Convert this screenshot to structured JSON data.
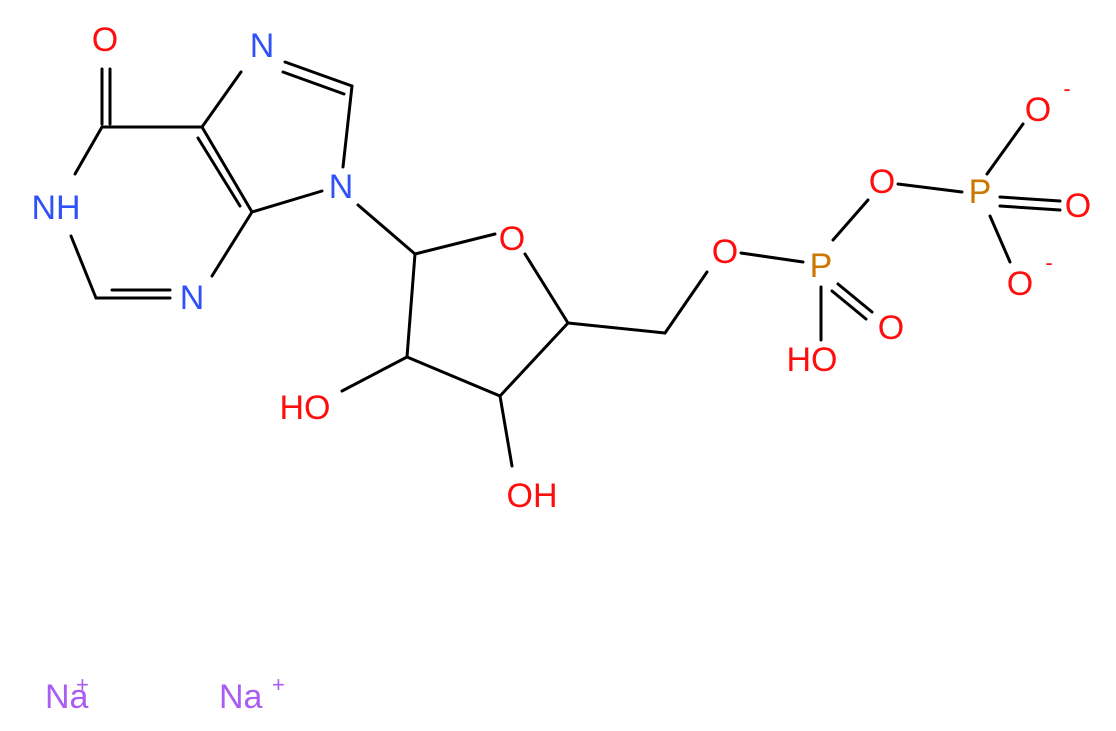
{
  "molecule": {
    "labels": {
      "o_carbonyl": "O",
      "n7": "N",
      "n9": "N",
      "nh1": "NH",
      "n3": "N",
      "o_ring": "O",
      "oh_2": "HO",
      "oh_3": "OH",
      "o5": "O",
      "p_alpha": "P",
      "o_bridge": "O",
      "oh_p": "HO",
      "o_alpha_double": "O",
      "p_beta": "P",
      "o_beta_minus_top": "O",
      "o_beta_double": "O",
      "o_beta_minus_bottom": "O",
      "minus_top": "-",
      "minus_bottom": "-",
      "na1": "Na",
      "na1_charge": "+",
      "na2": "Na",
      "na2_charge": "+"
    },
    "colors": {
      "bond": "#000000",
      "oxygen": "#ff0d0d",
      "nitrogen": "#3050f8",
      "phosphorus": "#cc7700",
      "sodium": "#ab5cf2"
    }
  }
}
